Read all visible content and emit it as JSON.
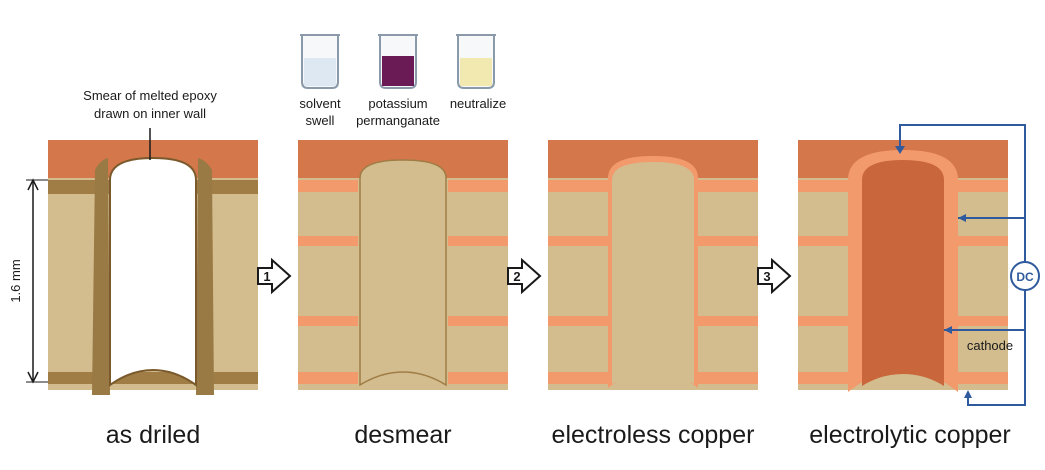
{
  "steps": [
    {
      "caption": "as driled"
    },
    {
      "caption": "desmear",
      "badge": "1"
    },
    {
      "caption": "electroless copper",
      "badge": "2"
    },
    {
      "caption": "electrolytic copper",
      "badge": "3"
    }
  ],
  "annotation": {
    "line1": "Smear of melted epoxy",
    "line2": "drawn on inner wall"
  },
  "dimension": {
    "label": "1.6 mm"
  },
  "beakers": [
    {
      "line1": "solvent",
      "line2": "swell",
      "liquid": "#dde8f2"
    },
    {
      "line1": "potassium",
      "line2": "permanganate",
      "liquid": "#6a1a55"
    },
    {
      "line1": "neutralize",
      "line2": "",
      "liquid": "#f1e9b0"
    }
  ],
  "power": {
    "symbol": "DC",
    "cathode": "cathode"
  },
  "colors": {
    "board": "#d3bd8f",
    "board_top": "#d4774b",
    "copper": "#f39a6d",
    "copper_plated": "#c9663c",
    "smear": "#9a7a44",
    "wire": "#2f5a9e"
  }
}
